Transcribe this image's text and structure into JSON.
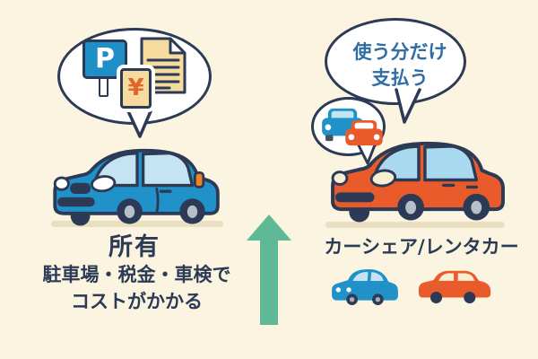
{
  "canvas": {
    "background": "#FAF4E0"
  },
  "colors": {
    "navy_outline": "#2C3A55",
    "cream_background": "#FAF4E0",
    "bubble_white": "#FFFFFF",
    "blue_car_body": "#2191C9",
    "blue_car_window": "#C5E4F3",
    "orange_car_body": "#E95B2B",
    "orange_car_window": "#A9D9EE",
    "paper_tan": "#F6DB9F",
    "yen_orange": "#E0662B",
    "parking_sign_blue": "#1E8FC7",
    "arrow_green": "#5FB996",
    "ground_tan": "#EADFC0",
    "wheel_hub_gray": "#B7BFC9",
    "bubble_text_blue": "#2F6DA3",
    "tail_light_orange": "#F58220",
    "cream_headlight": "#F7EFD2"
  },
  "left": {
    "title": "所有",
    "caption_line1": "駐車場・税金・車検で",
    "caption_line2": "コストがかかる",
    "bubble": {
      "parking_sign_letter": "P",
      "yen_symbol": "¥",
      "icons": [
        "parking-sign",
        "yen-price-card",
        "document"
      ]
    },
    "car": "blue-hatchback-side-view"
  },
  "center": {
    "icon": "up-arrow"
  },
  "right": {
    "title": "カーシェア/レンタカー",
    "bubble_line1": "使う分だけ",
    "bubble_line2": "支払う",
    "mini_bubble_icons": [
      "blue-car-front",
      "orange-car-front"
    ],
    "car": "orange-hatchback-side-view",
    "small_cars": [
      "blue-compact-car",
      "orange-compact-car"
    ]
  }
}
